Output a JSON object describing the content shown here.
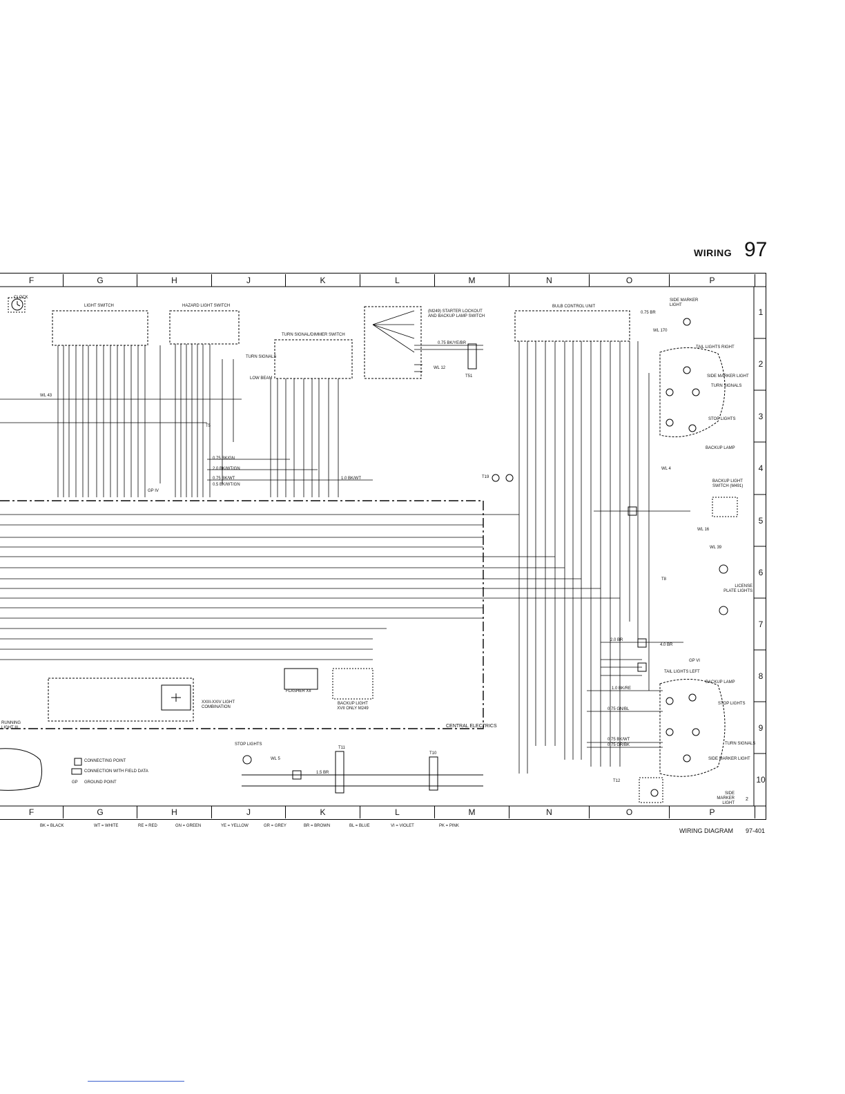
{
  "header": {
    "title": "WIRING",
    "page_number": "97"
  },
  "columns": [
    "F",
    "G",
    "H",
    "J",
    "K",
    "L",
    "M",
    "N",
    "O",
    "P"
  ],
  "rows": [
    "1",
    "2",
    "3",
    "4",
    "5",
    "6",
    "7",
    "8",
    "9",
    "10"
  ],
  "components": {
    "clock": "CLOCK",
    "light_switch": "LIGHT SWITCH",
    "hazard_switch": "HAZARD LIGHT SWITCH",
    "turn_dimmer_switch": "TURN SIGNAL/DIMMER SWITCH",
    "turn_signals": "TURN SIGNALS",
    "low_beam": "LOW BEAM",
    "starter_lockout": "(M249) STARTER LOCKOUT AND BACKUP LAMP SWITCH",
    "bulb_control": "BULB CONTROL UNIT",
    "side_marker_top": "SIDE MARKER LIGHT",
    "tail_lights_right": "TAIL LIGHTS RIGHT",
    "side_marker_light_r": "SIDE MARKER LIGHT",
    "turn_signals_r": "TURN SIGNALS",
    "stop_lights_r": "STOP LIGHTS",
    "backup_lamp_r": "BACKUP LAMP",
    "backup_light_switch": "BACKUP LIGHT SWITCH (M491)",
    "license_plate": "LICENSE PLATE LIGHTS",
    "tail_lights_left": "TAIL LIGHTS LEFT",
    "backup_lamp_l": "BACKUP LAMP",
    "stop_lights_l": "STOP LIGHTS",
    "turn_signals_l": "TURN SIGNALS",
    "side_marker_l": "SIDE MARKER LIGHT",
    "side_marker_bottom": "SIDE MARKER LIGHT",
    "flasher": "FLASHER XII",
    "backup_light_relay": "BACKUP LIGHT XVII ONLY M249",
    "light_combination": "XXIII-XXIV LIGHT COMBINATION",
    "central_electrics": "CENTRAL ELECTRICS",
    "stop_lights_bottom": "STOP LIGHTS",
    "running_light": "RUNNING LIGHT III",
    "connectors": [
      "T5",
      "T51",
      "T19",
      "T8",
      "T10",
      "T11",
      "T12",
      "WL 43",
      "WL 12",
      "WL 4",
      "WL 16",
      "WL 39",
      "WL 5",
      "WL 170",
      "GP IV",
      "GP VI"
    ],
    "legend_connecting": "CONNECTING POINT",
    "legend_field": "CONNECTION WITH FIELD DATA",
    "legend_ground": "GROUND POINT",
    "legend_gp": "GP"
  },
  "wires": [
    "0.75 BK/GN",
    "2.0 BK/WT/GN",
    "0.75 BK/WT",
    "0.5 BK/WT/GN",
    "1.0 BK/WT",
    "0.75 BK/YE/BR",
    "0.75 BR",
    "1.0 BK/RE",
    "0.75 GN/BL",
    "0.75 BK/WT",
    "0.75 GR/BK",
    "1.5 BR",
    "2.0 BR",
    "4.0 BR"
  ],
  "color_legend": [
    "BK = BLACK",
    "WT = WHITE",
    "RE = RED",
    "GN = GREEN",
    "YE = YELLOW",
    "GR = GREY",
    "BR = BROWN",
    "BL = BLUE",
    "VI = VIOLET",
    "PK = PINK"
  ],
  "footer": {
    "title": "WIRING DIAGRAM",
    "code": "97-401"
  },
  "sheet_number": "2"
}
